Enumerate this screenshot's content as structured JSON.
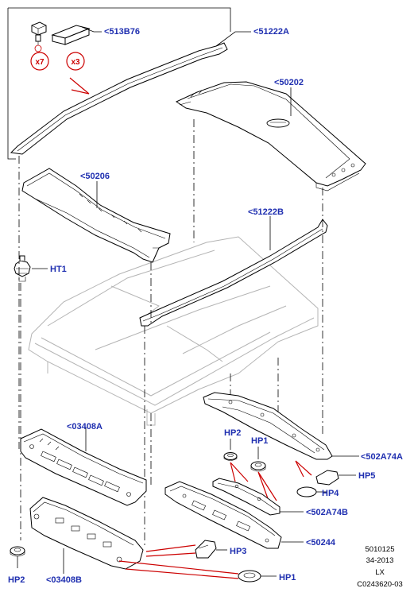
{
  "labels": {
    "p513b76": "<513B76",
    "p51222a": "<51222A",
    "p50202": "<50202",
    "p50206": "<50206",
    "p51222b": "<51222B",
    "ht1": "HT1",
    "p03408a": "<03408A",
    "hp2_upper": "HP2",
    "hp1_upper": "HP1",
    "p502a74a": "<502A74A",
    "hp5": "HP5",
    "hp4": "HP4",
    "p502a74b": "<502A74B",
    "hp3": "HP3",
    "p50244": "<50244",
    "hp2_lower": "HP2",
    "p03408b": "<03408B",
    "hp1_lower": "HP1"
  },
  "quantities": {
    "clip_qty": "x7",
    "pad_qty": "x3"
  },
  "info_block": {
    "line1": "5010125",
    "line2": "34-2013",
    "line3": "LX",
    "line4": "C0243620-03"
  },
  "colors": {
    "label": "#1f2fb0",
    "callout_red": "#cc0000",
    "outline": "#000000",
    "ghost_body": "#b4b4b4"
  }
}
